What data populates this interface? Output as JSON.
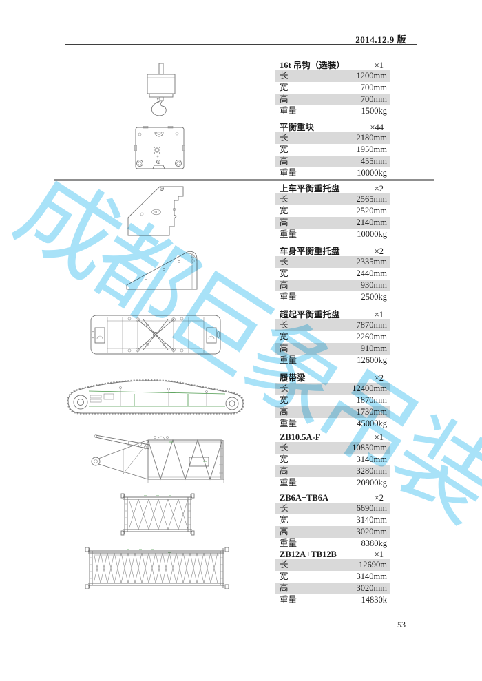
{
  "page": {
    "version_label": "2014.12.9 版",
    "page_number": "53",
    "watermark": "成都巨象吊装",
    "watermark_color": "#a8e2f8",
    "row_shade_color": "#d9d9d9"
  },
  "drawings": {
    "upper_tray_label": "11t"
  },
  "tables": [
    {
      "name": "16t 吊钩（选装）",
      "count": "×1",
      "rows": [
        {
          "label": "长",
          "value": "1200mm"
        },
        {
          "label": "宽",
          "value": "700mm"
        },
        {
          "label": "高",
          "value": "700mm"
        },
        {
          "label": "重量",
          "value": "1500kg"
        }
      ]
    },
    {
      "name": "平衡重块",
      "count": "×44",
      "rows": [
        {
          "label": "长",
          "value": "2180mm"
        },
        {
          "label": "宽",
          "value": "1950mm"
        },
        {
          "label": "高",
          "value": "455mm"
        },
        {
          "label": "重量",
          "value": "10000kg"
        }
      ]
    },
    {
      "name": "上车平衡重托盘",
      "count": "×2",
      "rows": [
        {
          "label": "长",
          "value": "2565mm"
        },
        {
          "label": "宽",
          "value": "2520mm"
        },
        {
          "label": "高",
          "value": "2140mm"
        },
        {
          "label": "重量",
          "value": "10000kg"
        }
      ]
    },
    {
      "name": "车身平衡重托盘",
      "count": "×2",
      "rows": [
        {
          "label": "长",
          "value": "2335mm"
        },
        {
          "label": "宽",
          "value": "2440mm"
        },
        {
          "label": "高",
          "value": "930mm"
        },
        {
          "label": "重量",
          "value": "2500kg"
        }
      ]
    },
    {
      "name": "超起平衡重托盘",
      "count": "×1",
      "rows": [
        {
          "label": "长",
          "value": "7870mm"
        },
        {
          "label": "宽",
          "value": "2260mm"
        },
        {
          "label": "高",
          "value": "910mm"
        },
        {
          "label": "重量",
          "value": "12600kg"
        }
      ]
    },
    {
      "name": "履带梁",
      "count": "×2",
      "rows": [
        {
          "label": "长",
          "value": "12400mm"
        },
        {
          "label": "宽",
          "value": "1870mm"
        },
        {
          "label": "高",
          "value": "1730mm"
        },
        {
          "label": "重量",
          "value": "45000kg"
        }
      ]
    },
    {
      "name": "ZB10.5A-F",
      "count": "×1",
      "rows": [
        {
          "label": "长",
          "value": "10850mm"
        },
        {
          "label": "宽",
          "value": "3140mm"
        },
        {
          "label": "高",
          "value": "3280mm"
        },
        {
          "label": "重量",
          "value": "20900kg"
        }
      ]
    },
    {
      "name": "ZB6A+TB6A",
      "count": "×2",
      "rows": [
        {
          "label": "长",
          "value": "6690mm"
        },
        {
          "label": "宽",
          "value": "3140mm"
        },
        {
          "label": "高",
          "value": "3020mm"
        },
        {
          "label": "重量",
          "value": "8380kg"
        }
      ]
    },
    {
      "name": "ZB12A+TB12B",
      "count": "×1",
      "rows": [
        {
          "label": "长",
          "value": "12690m"
        },
        {
          "label": "宽",
          "value": "3140mm"
        },
        {
          "label": "高",
          "value": "3020mm"
        },
        {
          "label": "重量",
          "value": "14830k"
        }
      ]
    }
  ]
}
